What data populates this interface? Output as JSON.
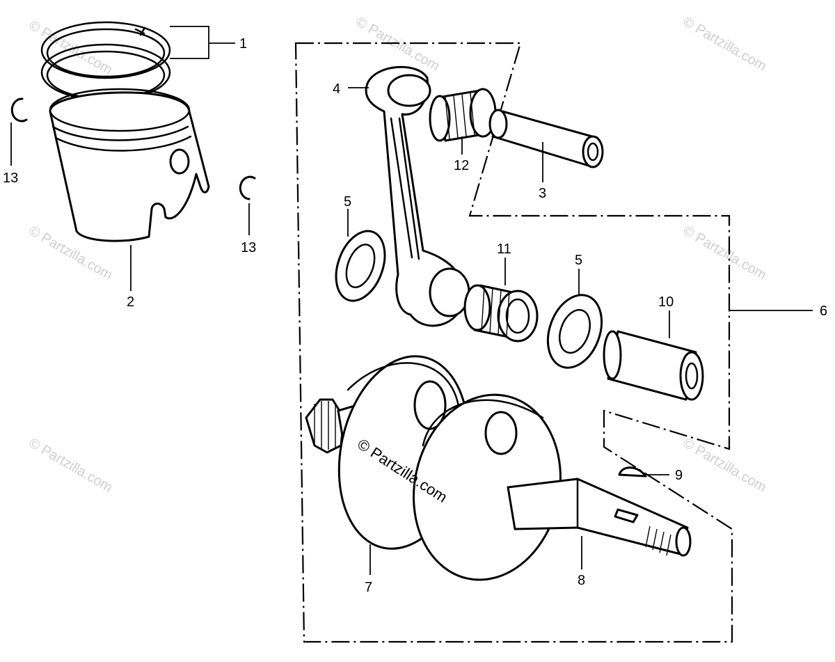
{
  "callouts": {
    "c1": "1",
    "c2": "2",
    "c3": "3",
    "c4": "4",
    "c5a": "5",
    "c5b": "5",
    "c6": "6",
    "c7": "7",
    "c8": "8",
    "c9": "9",
    "c10": "10",
    "c11": "11",
    "c12": "12",
    "c13a": "13",
    "c13b": "13"
  },
  "watermark": {
    "text": "© Partzilla.com",
    "center_text": "© Partzilla.com"
  },
  "colors": {
    "line": "#000000",
    "background": "#ffffff",
    "watermark": "#cfcfcf"
  }
}
